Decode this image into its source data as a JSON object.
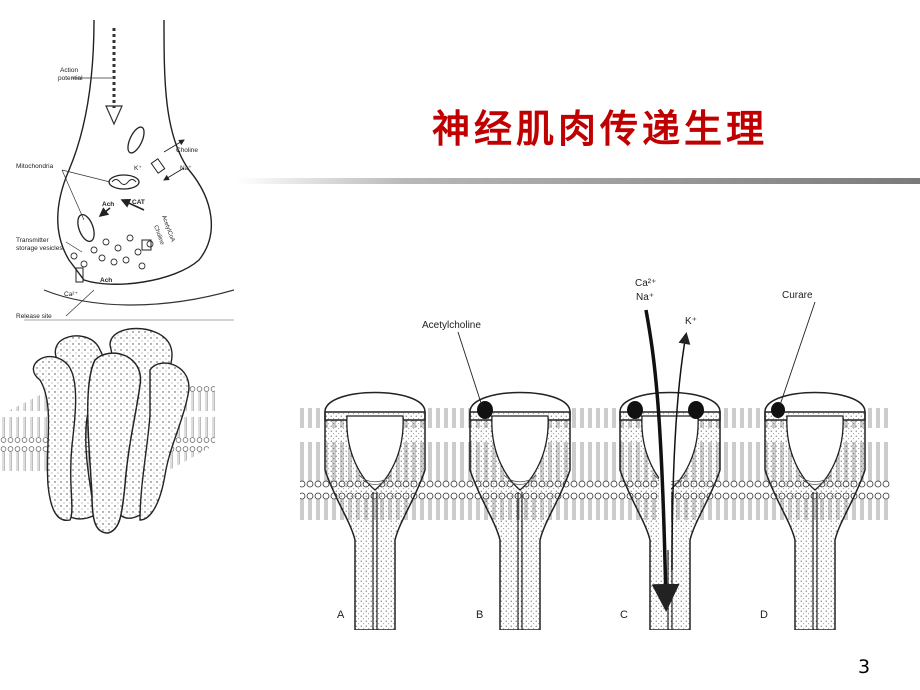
{
  "slide": {
    "title": "神经肌肉传递生理",
    "page_number": "3"
  },
  "terminal_figure": {
    "labels": {
      "action_potential_1": "Action",
      "action_potential_2": "potential",
      "choline_top": "Choline",
      "k": "K⁺",
      "na": "Na⁺",
      "mitochondria": "Mitochondria",
      "ach_1": "Ach",
      "cat": "CAT",
      "acetylcoa": "AcetylCoA",
      "choline_side": "Choline",
      "transmitter_1": "Transmitter",
      "transmitter_2": "storage vesicles",
      "ca": "Ca²⁺",
      "ach_2": "Ach",
      "release_site": "Release site"
    }
  },
  "receptor_figure": {
    "labels": {
      "acetylcholine": "Acetylcholine",
      "curare": "Curare",
      "ca": "Ca²⁺",
      "na": "Na⁺",
      "k": "K⁺"
    },
    "panels": [
      "A",
      "B",
      "C",
      "D"
    ]
  }
}
